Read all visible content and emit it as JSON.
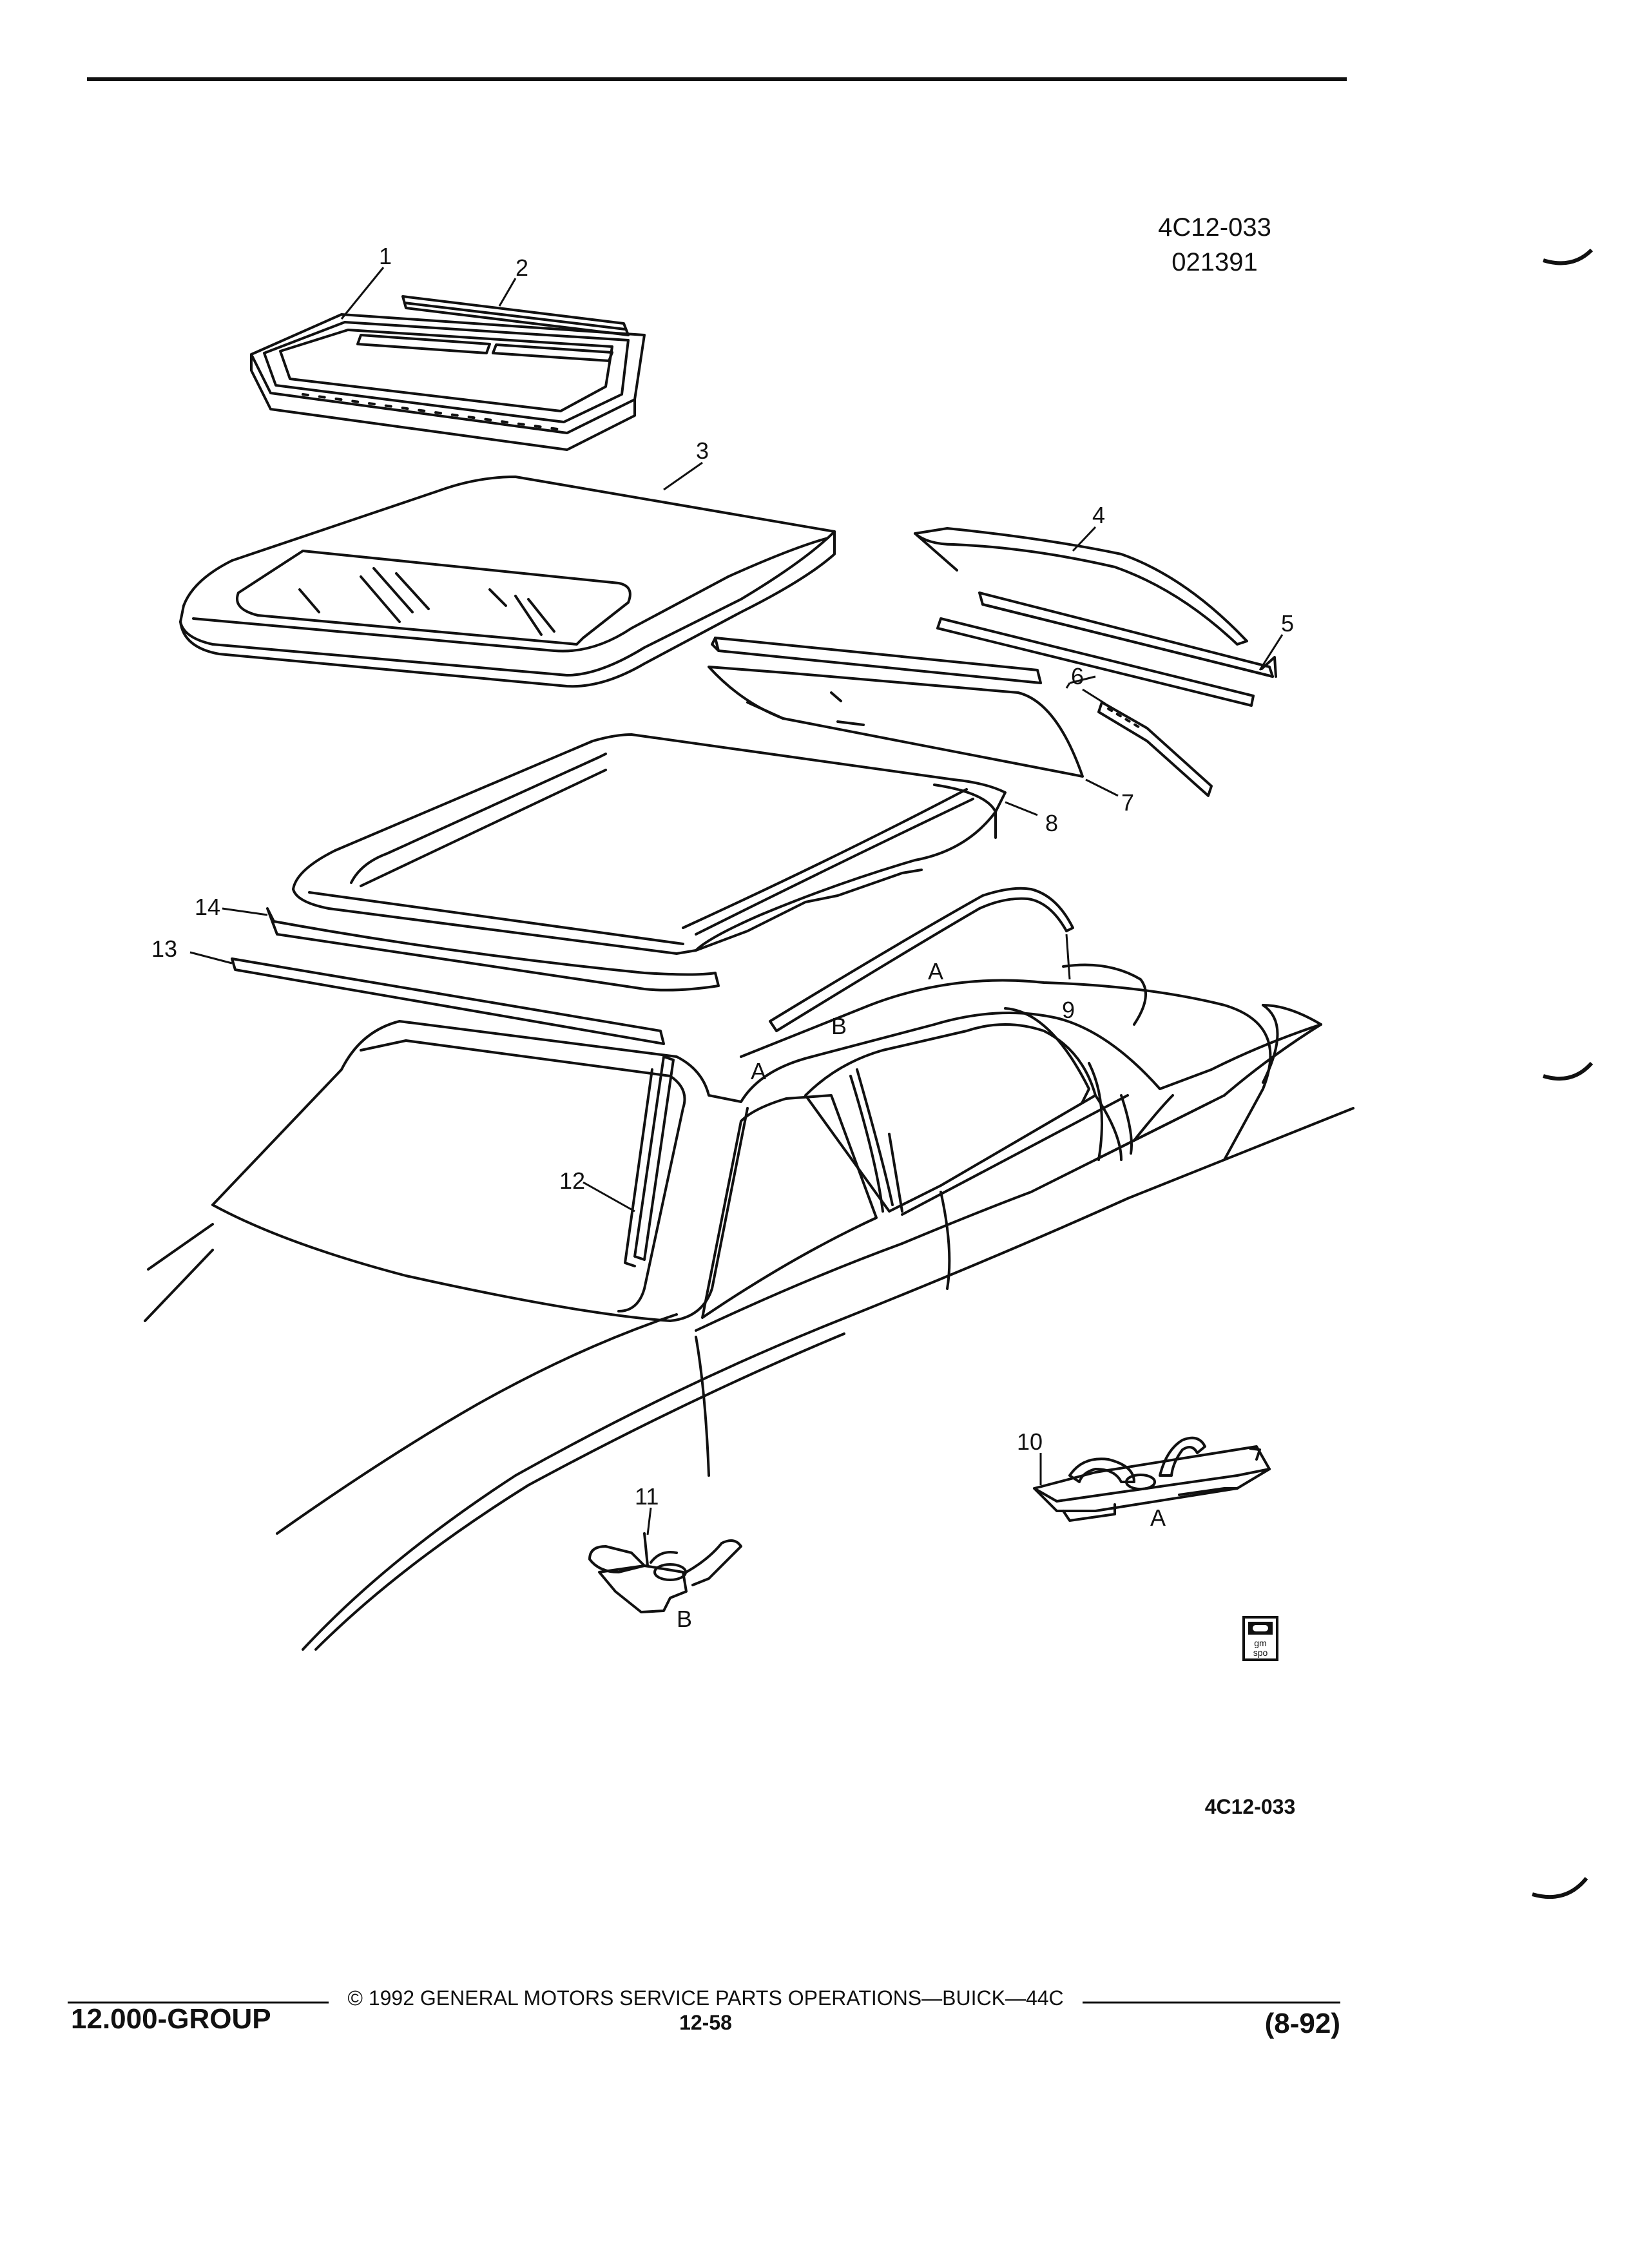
{
  "header": {
    "figure_code": "4C12-033",
    "figure_date": "021391"
  },
  "callouts": {
    "c1": "1",
    "c2": "2",
    "c3": "3",
    "c4": "4",
    "c5": "5",
    "c6": "6",
    "c7": "7",
    "c8": "8",
    "c9": "9",
    "c10": "10",
    "c11": "11",
    "c12": "12",
    "c13": "13",
    "c14": "14"
  },
  "view_letters": {
    "a_roof_1": "A",
    "a_roof_2": "A",
    "b_roof": "B",
    "a_detail": "A",
    "b_detail": "B"
  },
  "figure_code_bottom": "4C12-033",
  "footer": {
    "group": "12.000-GROUP",
    "copyright": "© 1992 GENERAL MOTORS SERVICE PARTS OPERATIONS—BUICK—44C",
    "page_number": "12-58",
    "revision": "(8-92)"
  },
  "logo": {
    "icon": "gm-spo-logo-icon"
  }
}
